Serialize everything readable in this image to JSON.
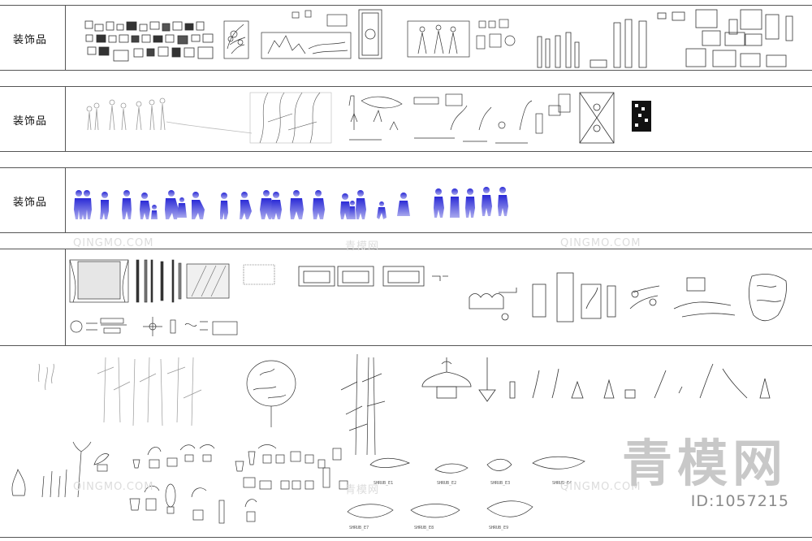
{
  "rows": [
    {
      "label": "装饰品"
    },
    {
      "label": "装饰品"
    },
    {
      "label": "装饰品"
    }
  ],
  "shrub_tags": [
    "SHRUB_E1",
    "SHRUB_E2",
    "SHRUB_E3",
    "SHRUB_E4",
    "SHRUB_E7",
    "SHRUB_E8",
    "SHRUB_E9"
  ],
  "watermark": {
    "brand_cn": "青模网",
    "brand_en": "QINGMO.COM",
    "id_text": "ID:1057215"
  },
  "colors": {
    "line": "#555555",
    "people_gradient_top": "#2a2ad6",
    "people_gradient_bottom": "#a9a9ee"
  }
}
